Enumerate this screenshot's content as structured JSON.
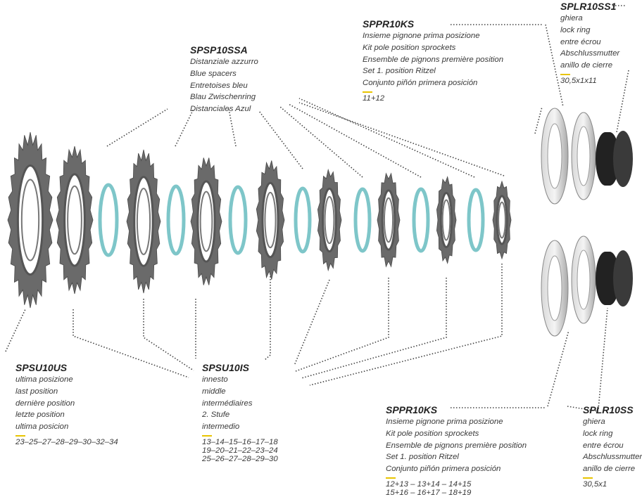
{
  "colors": {
    "spacer": "#7ec6c9",
    "sprocket": "#6a6a6a",
    "lockring": "#2b2b2b",
    "accent": "#e8c400"
  },
  "labels": {
    "spsp10ssa": {
      "code": "SPSP10SSA",
      "lines": [
        "Distanziale azzurro",
        "Blue spacers",
        "Entretoises bleu",
        "Blau Zwischenring",
        "Distanciales Azul"
      ]
    },
    "sppr10ks_top": {
      "code": "SPPR10KS",
      "lines": [
        "Insieme pignone prima posizione",
        "Kit pole position sprockets",
        "Ensemble de pignons première position",
        "Set 1. position Ritzel",
        "Conjunto piñón primera posición"
      ],
      "sizes": [
        "11+12"
      ]
    },
    "splr10ss1": {
      "code": "SPLR10SS1",
      "lines": [
        "ghiera",
        "lock ring",
        "entre écrou",
        "Abschlussmutter",
        "anillo de cierre"
      ],
      "sizes": [
        "30,5x1x11"
      ]
    },
    "spsu10us": {
      "code": "SPSU10US",
      "lines": [
        "ultima posizione",
        "last position",
        "dernière position",
        "letzte position",
        "ultima posicion"
      ],
      "sizes": [
        "23–25–27–28–29–30–32–34"
      ]
    },
    "spsu10is": {
      "code": "SPSU10IS",
      "lines": [
        "innesto",
        "middle",
        "intermédiaires",
        "2. Stufe",
        "intermedio"
      ],
      "sizes": [
        "13–14–15–16–17–18",
        "19–20–21–22–23–24",
        "25–26–27–28–29–30"
      ]
    },
    "sppr10ks_bottom": {
      "code": "SPPR10KS",
      "lines": [
        "Insieme pignone prima posizione",
        "Kit pole position sprockets",
        "Ensemble de pignons première position",
        "Set 1. position Ritzel",
        "Conjunto piñón primera posición"
      ],
      "sizes": [
        "12+13 – 13+14 – 14+15",
        "15+16 – 16+17 – 18+19"
      ]
    },
    "splr10ss": {
      "code": "SPLR10SS",
      "lines": [
        "ghiera",
        "lock ring",
        "entre écrou",
        "Abschlussmutter",
        "anillo de cierre"
      ],
      "sizes": [
        "30,5x1"
      ]
    }
  }
}
